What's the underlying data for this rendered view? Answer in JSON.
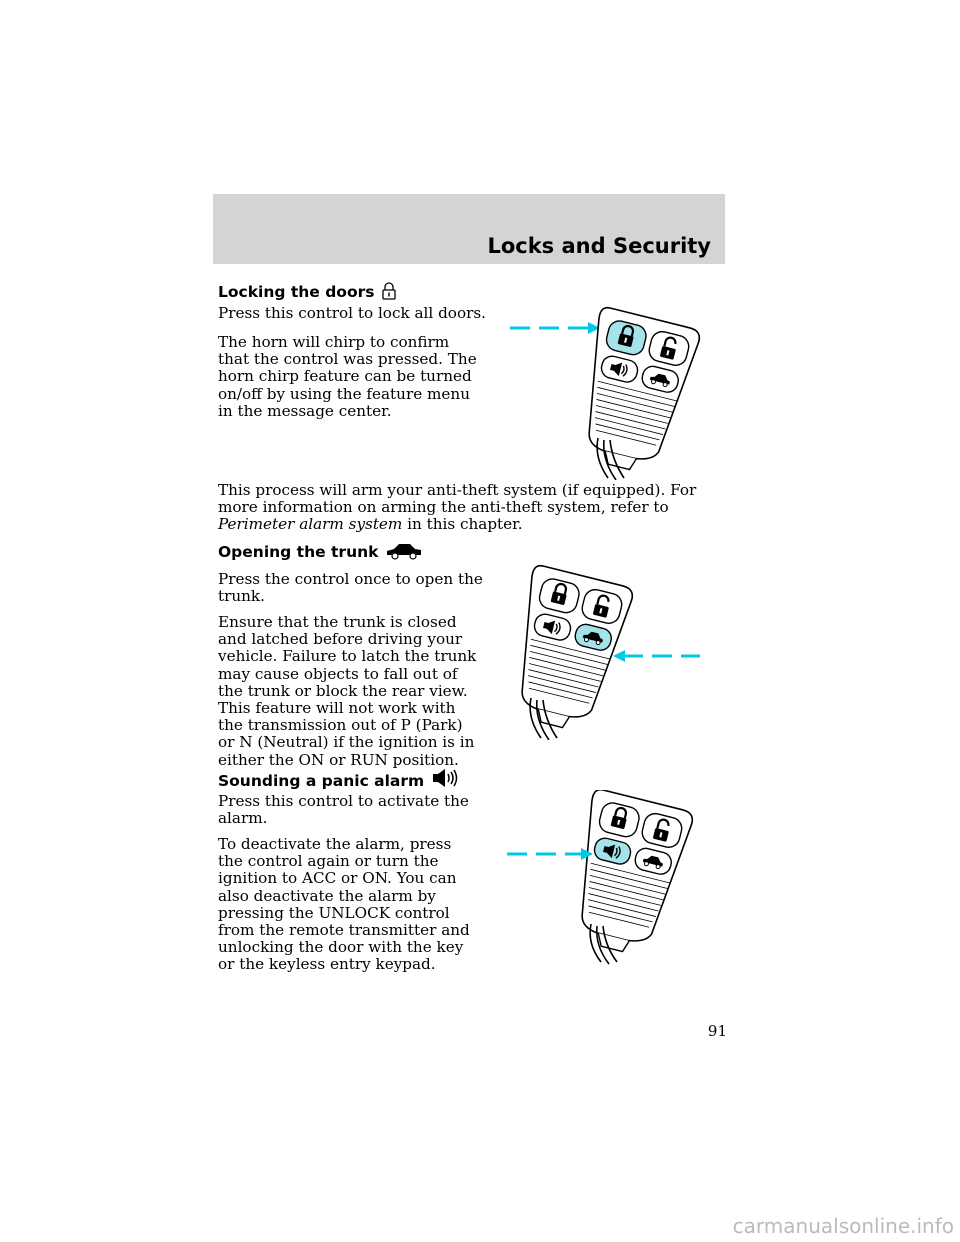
{
  "header": {
    "title": "Locks and Security"
  },
  "sections": {
    "locking": {
      "heading": "Locking the doors",
      "p1": "Press this control to lock all doors.",
      "p2": "The horn will chirp to confirm that the control was pressed. The horn chirp feature can be turned on/off by using the feature menu in the message center.",
      "p3": "This process will arm your anti-theft system (if equipped). For more information on arming the anti-theft system, refer to",
      "p3_ref": "Perimeter alarm system",
      "p3_end": "in this chapter."
    },
    "trunk": {
      "heading": "Opening the trunk",
      "p1": "Press the control once to open the trunk.",
      "p2": "Ensure that the trunk is closed and latched before driving your vehicle. Failure to latch the trunk may cause objects to fall out of the trunk or block the rear view. This feature will not work with the transmission out of P (Park) or N (Neutral) if the ignition is in either the ON or RUN position."
    },
    "panic": {
      "heading": "Sounding a panic alarm",
      "p1": "Press this control to activate the alarm.",
      "p2": "To deactivate the alarm, press the control again or turn the ignition to ACC or ON. You can also deactivate the alarm by pressing the UNLOCK control from the remote transmitter and unlocking the door with the key or the keyless entry keypad."
    }
  },
  "page_number": "91",
  "watermark": "carmanualsonline.info",
  "colors": {
    "highlight": "#a6e3e9",
    "arrow": "#00c8e6",
    "header_bg": "#d4d4d4"
  },
  "icons": [
    "lock-icon",
    "car-icon",
    "horn-icon",
    "key-fob-illustration"
  ]
}
